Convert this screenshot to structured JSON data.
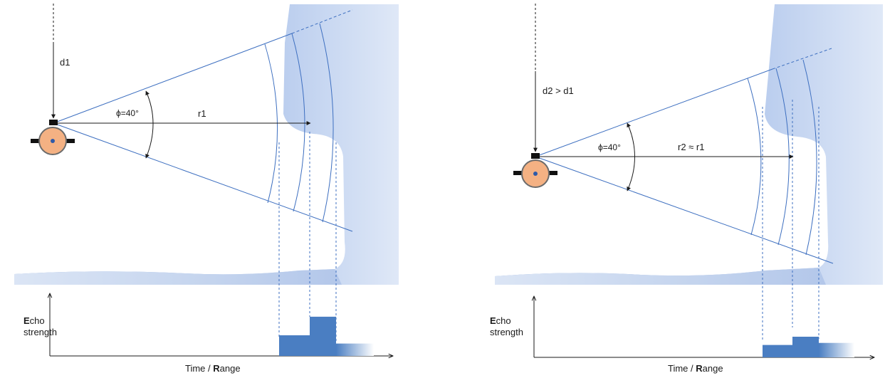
{
  "panels": [
    {
      "depth_label": "d1",
      "angle_label": "ϕ=40°",
      "range_label": "r1",
      "echo_axis_label_bold": "E",
      "echo_axis_label_rest": "cho",
      "echo_axis_label_line2": "strength",
      "time_axis_prefix": "Time / ",
      "time_axis_bold": "R",
      "time_axis_suffix": "ange",
      "echo_profile": [
        1.0,
        1.9,
        0.6
      ]
    },
    {
      "depth_label": "d2 > d1",
      "angle_label": "ϕ=40°",
      "range_label": "r2 ≈ r1",
      "echo_axis_label_bold": "E",
      "echo_axis_label_rest": "cho",
      "echo_axis_label_line2": "strength",
      "time_axis_prefix": "Time / ",
      "time_axis_bold": "R",
      "time_axis_suffix": "ange",
      "echo_profile": [
        0.6,
        1.0,
        0.7
      ]
    }
  ],
  "colors": {
    "seabed_fill": "#8eaee0",
    "beam_line": "#3d6fc0",
    "echo_bar": "#4a7ec2",
    "transducer_fill": "#f4b183",
    "axis": "#1a1a1a"
  }
}
